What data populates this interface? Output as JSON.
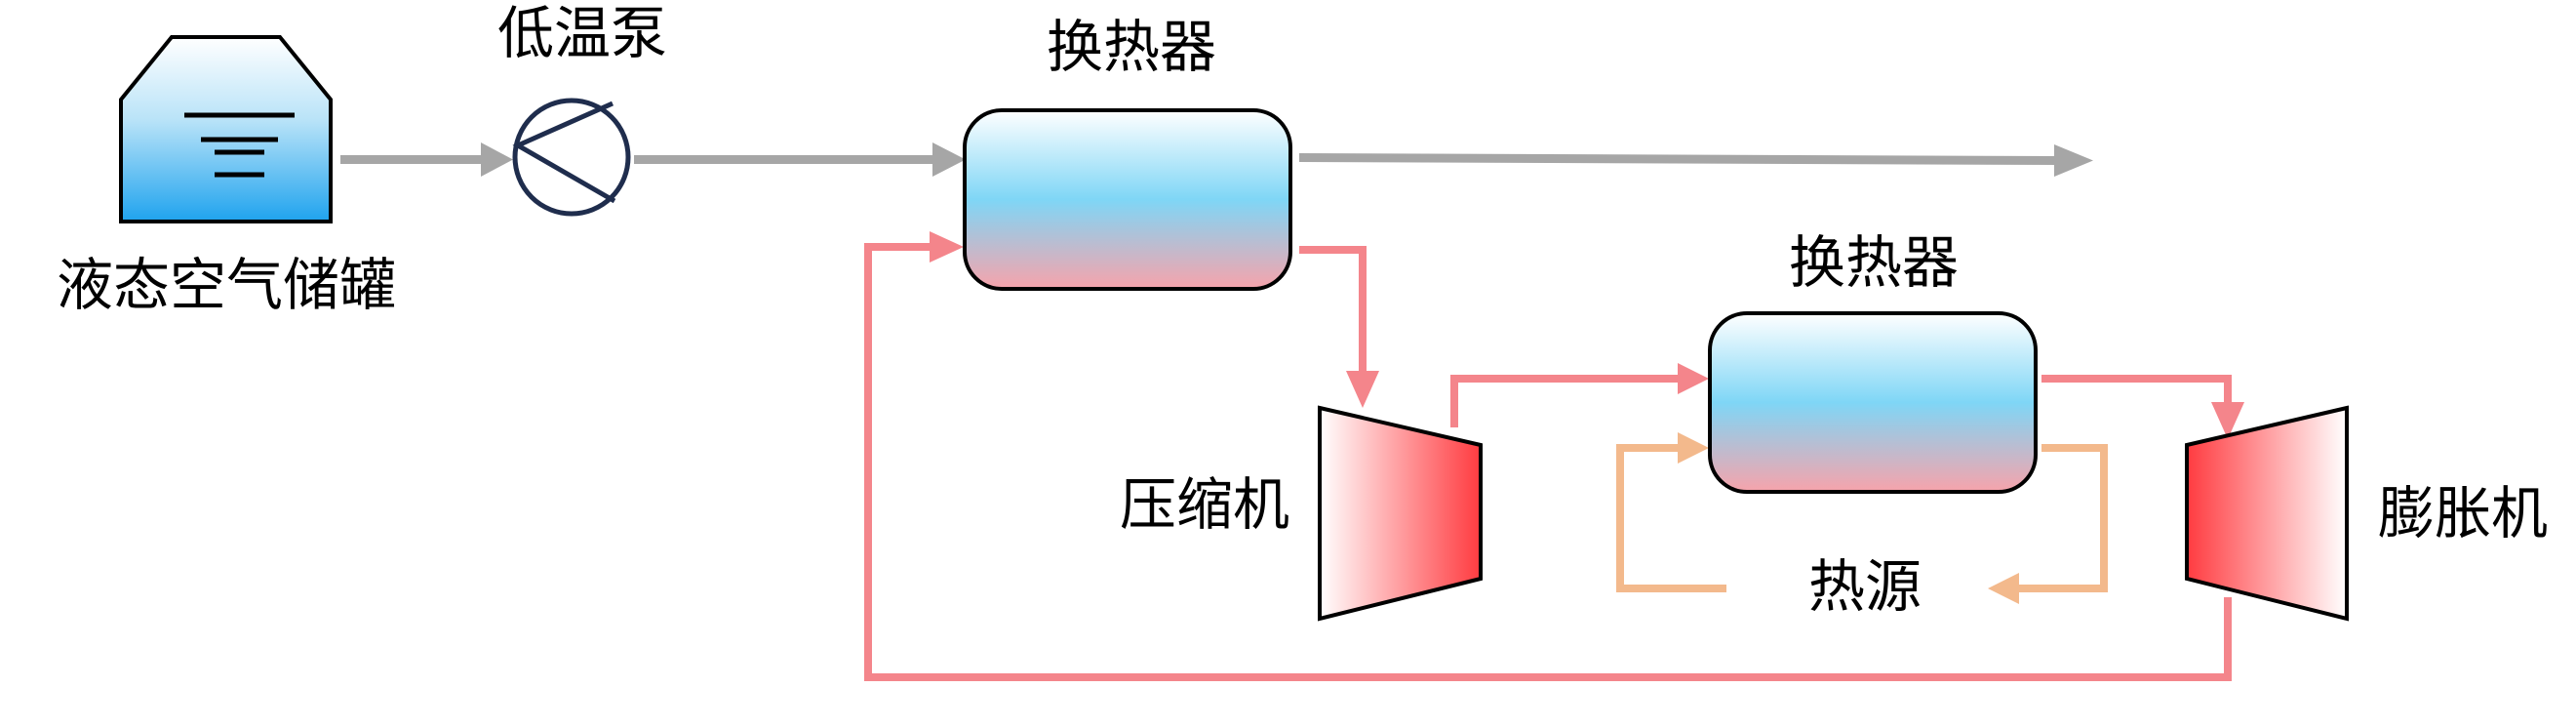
{
  "labels": {
    "tank": "液态空气储罐",
    "pump": "低温泵",
    "hx1": "换热器",
    "hx2": "换热器",
    "compressor": "压缩机",
    "expander": "膨胀机",
    "heat_source": "热源"
  },
  "colors": {
    "air_flow": "#a6a6a6",
    "hot_loop": "#f4858b",
    "heat_source_loop": "#f3b98c",
    "outline": "#000000",
    "pump_outline": "#1f2d4d",
    "cold_blue": "#7ed6f6",
    "tank_blue": "#2faaf0",
    "warm_red": "#f7a4ac",
    "machine_red": "#ff3f44"
  }
}
